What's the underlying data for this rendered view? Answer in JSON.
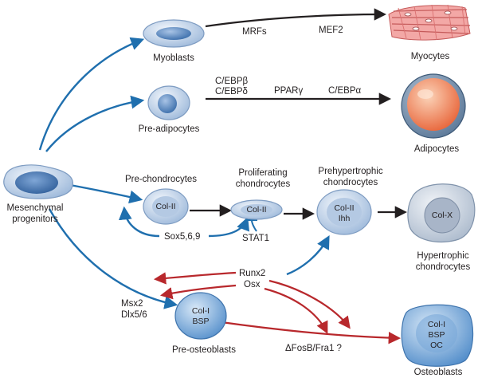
{
  "cells": {
    "myoblasts": "Myoblasts",
    "myocytes": "Myocytes",
    "pre_adipocytes": "Pre-adipocytes",
    "adipocytes": "Adipocytes",
    "mesenchymal_line1": "Mesenchymal",
    "mesenchymal_line2": "progenitors",
    "pre_chondrocytes": "Pre-chondrocytes",
    "proliferating_line1": "Proliferating",
    "proliferating_line2": "chondrocytes",
    "prehypertrophic_line1": "Prehypertrophic",
    "prehypertrophic_line2": "chondrocytes",
    "hypertrophic_line1": "Hypertrophic",
    "hypertrophic_line2": "chondrocytes",
    "pre_osteoblasts": "Pre-osteoblasts",
    "osteoblasts": "Osteoblasts"
  },
  "markers": {
    "col2": "Col-II",
    "ihh": "Ihh",
    "colx": "Col-X",
    "col1": "Col-I",
    "bsp": "BSP",
    "oc": "OC"
  },
  "factors": {
    "mrfs": "MRFs",
    "mef2": "MEF2",
    "cebp_beta": "C/EBPβ",
    "cebp_delta": "C/EBPδ",
    "ppar_gamma": "PPARγ",
    "cebp_alpha": "C/EBPα",
    "sox": "Sox5,6,9",
    "stat1": "STAT1",
    "runx2": "Runx2",
    "osx": "Osx",
    "msx2": "Msx2",
    "dlx": "Dlx5/6",
    "fosb": "ΔFosB/Fra1 ?"
  },
  "colors": {
    "blue_arrow": "#1f6fae",
    "red_arrow": "#b8282c",
    "black_arrow": "#231f20",
    "cell_fill": "#c9d9ec",
    "nucleus_fill": "#5d8cc4",
    "adipocyte_fat": "#f08a5a",
    "myocyte_fill": "#ee7f80"
  }
}
